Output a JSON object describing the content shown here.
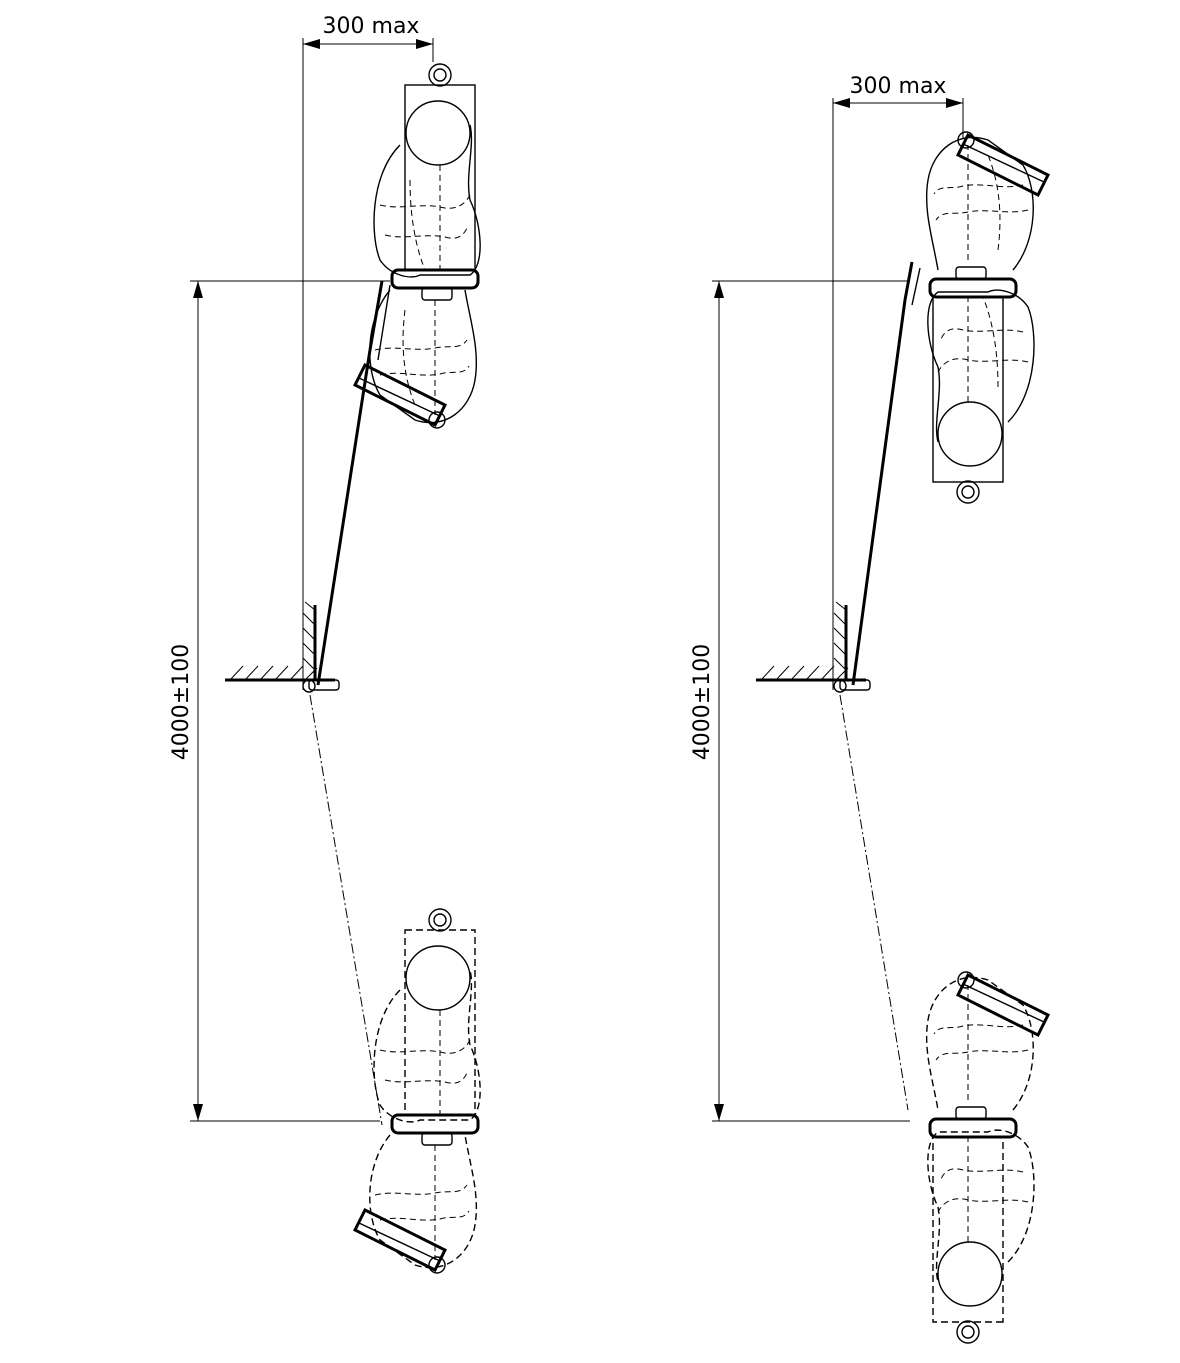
{
  "diagram": {
    "left_view": {
      "horizontal_dimension": "300 max",
      "vertical_dimension": "4000±100"
    },
    "right_view": {
      "horizontal_dimension": "300 max",
      "vertical_dimension": "4000±100"
    },
    "colors": {
      "line": "#000000",
      "background": "#ffffff"
    }
  }
}
